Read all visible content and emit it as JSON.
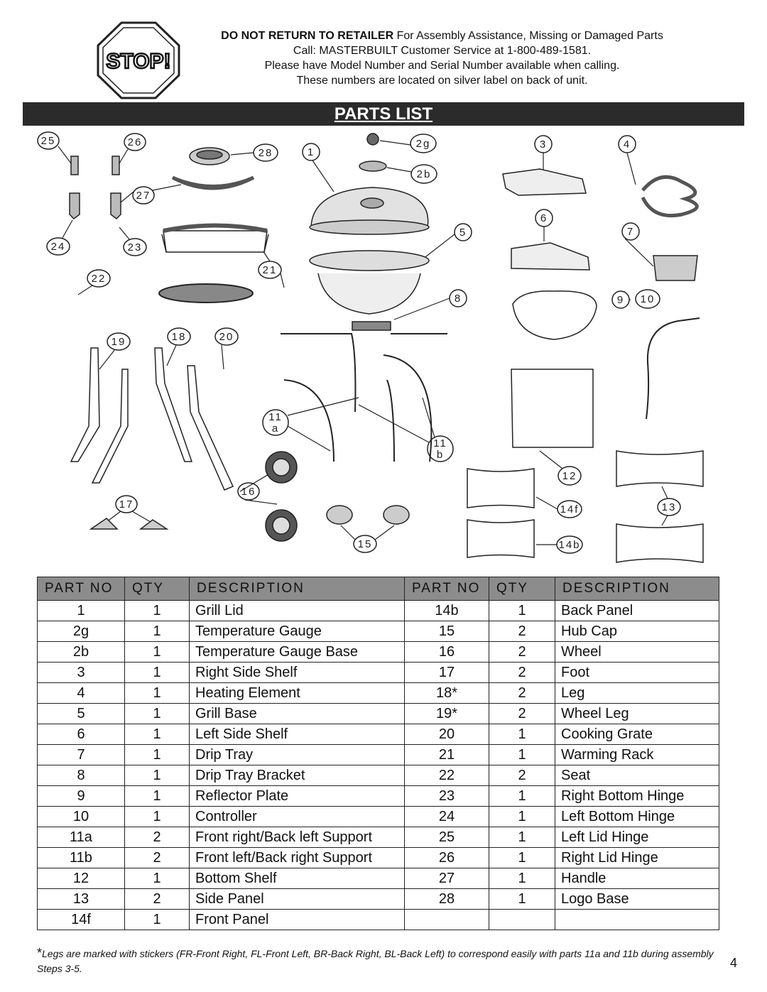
{
  "stop_sign": {
    "label": "STOP!"
  },
  "notice": {
    "line1_bold": "DO NOT RETURN TO RETAILER",
    "line1_rest": " For Assembly Assistance, Missing or Damaged Parts",
    "line2": "Call: MASTERBUILT Customer Service at 1-800-489-1581.",
    "line3": "Please have Model Number and Serial Number available when calling.",
    "line4": "These numbers are located on silver label on back of unit."
  },
  "banner": {
    "title": "PARTS LIST"
  },
  "callouts": {
    "c25": "25",
    "c26": "26",
    "c28": "28",
    "c1": "1",
    "c2g": "2g",
    "c2b": "2b",
    "c3": "3",
    "c4": "4",
    "c27": "27",
    "c24": "24",
    "c23": "23",
    "c22": "22",
    "c21": "21",
    "c5": "5",
    "c6": "6",
    "c7": "7",
    "c8": "8",
    "c9": "9",
    "c10": "10",
    "c19": "19",
    "c18": "18",
    "c20": "20",
    "c11a_1": "11",
    "c11a_2": "a",
    "c11b_1": "11",
    "c11b_2": "b",
    "c12": "12",
    "c16": "16",
    "c17": "17",
    "c14f": "14f",
    "c13": "13",
    "c15": "15",
    "c14b": "14b"
  },
  "table": {
    "headers": [
      "PART NO",
      "QTY",
      "DESCRIPTION",
      "PART NO",
      "QTY",
      "DESCRIPTION"
    ],
    "rows": [
      [
        "1",
        "1",
        "Grill Lid",
        "14b",
        "1",
        "Back Panel"
      ],
      [
        "2g",
        "1",
        "Temperature Gauge",
        "15",
        "2",
        "Hub Cap"
      ],
      [
        "2b",
        "1",
        "Temperature Gauge Base",
        "16",
        "2",
        "Wheel"
      ],
      [
        "3",
        "1",
        "Right Side Shelf",
        "17",
        "2",
        "Foot"
      ],
      [
        "4",
        "1",
        "Heating Element",
        "18*",
        "2",
        "Leg"
      ],
      [
        "5",
        "1",
        "Grill Base",
        "19*",
        "2",
        "Wheel Leg"
      ],
      [
        "6",
        "1",
        "Left Side Shelf",
        "20",
        "1",
        "Cooking Grate"
      ],
      [
        "7",
        "1",
        "Drip Tray",
        "21",
        "1",
        "Warming Rack"
      ],
      [
        "8",
        "1",
        "Drip Tray Bracket",
        "22",
        "2",
        "Seat"
      ],
      [
        "9",
        "1",
        "Reflector Plate",
        "23",
        "1",
        "Right Bottom Hinge"
      ],
      [
        "10",
        "1",
        "Controller",
        "24",
        "1",
        "Left Bottom Hinge"
      ],
      [
        "11a",
        "2",
        "Front right/Back left Support",
        "25",
        "1",
        "Left Lid Hinge"
      ],
      [
        "11b",
        "2",
        "Front left/Back right Support",
        "26",
        "1",
        "Right Lid Hinge"
      ],
      [
        "12",
        "1",
        "Bottom Shelf",
        "27",
        "1",
        "Handle"
      ],
      [
        "13",
        "2",
        "Side Panel",
        "28",
        "1",
        "Logo Base"
      ],
      [
        "14f",
        "1",
        "Front Panel",
        "",
        "",
        ""
      ]
    ]
  },
  "footnote": {
    "star": "*",
    "text": "Legs are marked with stickers (FR-Front Right, FL-Front Left, BR-Back Right, BL-Back Left) to correspond easily with parts 11a and 11b during assembly Steps 3-5."
  },
  "page_number": "4"
}
